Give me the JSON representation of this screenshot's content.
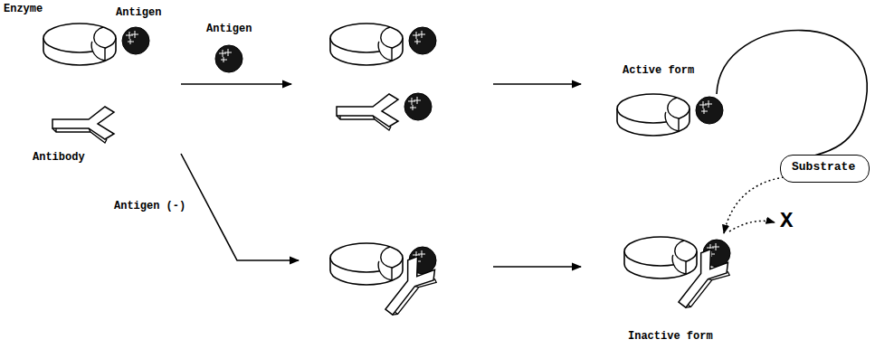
{
  "diagram": {
    "nodes": [
      {
        "text": [
          "Substrate"
        ]
      }
    ],
    "labels": [
      "Enzyme",
      "Antigen",
      "Antibody",
      "Antigen",
      "Antigen (-)",
      "Active form",
      "X",
      "Inactive form"
    ]
  }
}
